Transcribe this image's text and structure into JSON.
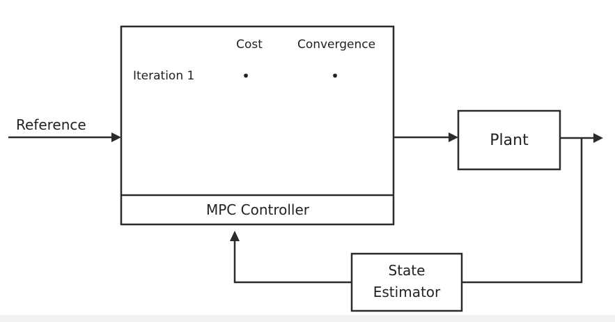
{
  "input": {
    "label": "Reference"
  },
  "controller": {
    "label": "MPC Controller",
    "table": {
      "columns": [
        "Cost",
        "Convergence"
      ],
      "rows": [
        {
          "label": "Iteration 1",
          "cost": "•",
          "convergence": "•"
        }
      ]
    }
  },
  "plant": {
    "label": "Plant"
  },
  "estimator": {
    "label_line1": "State",
    "label_line2": "Estimator"
  }
}
